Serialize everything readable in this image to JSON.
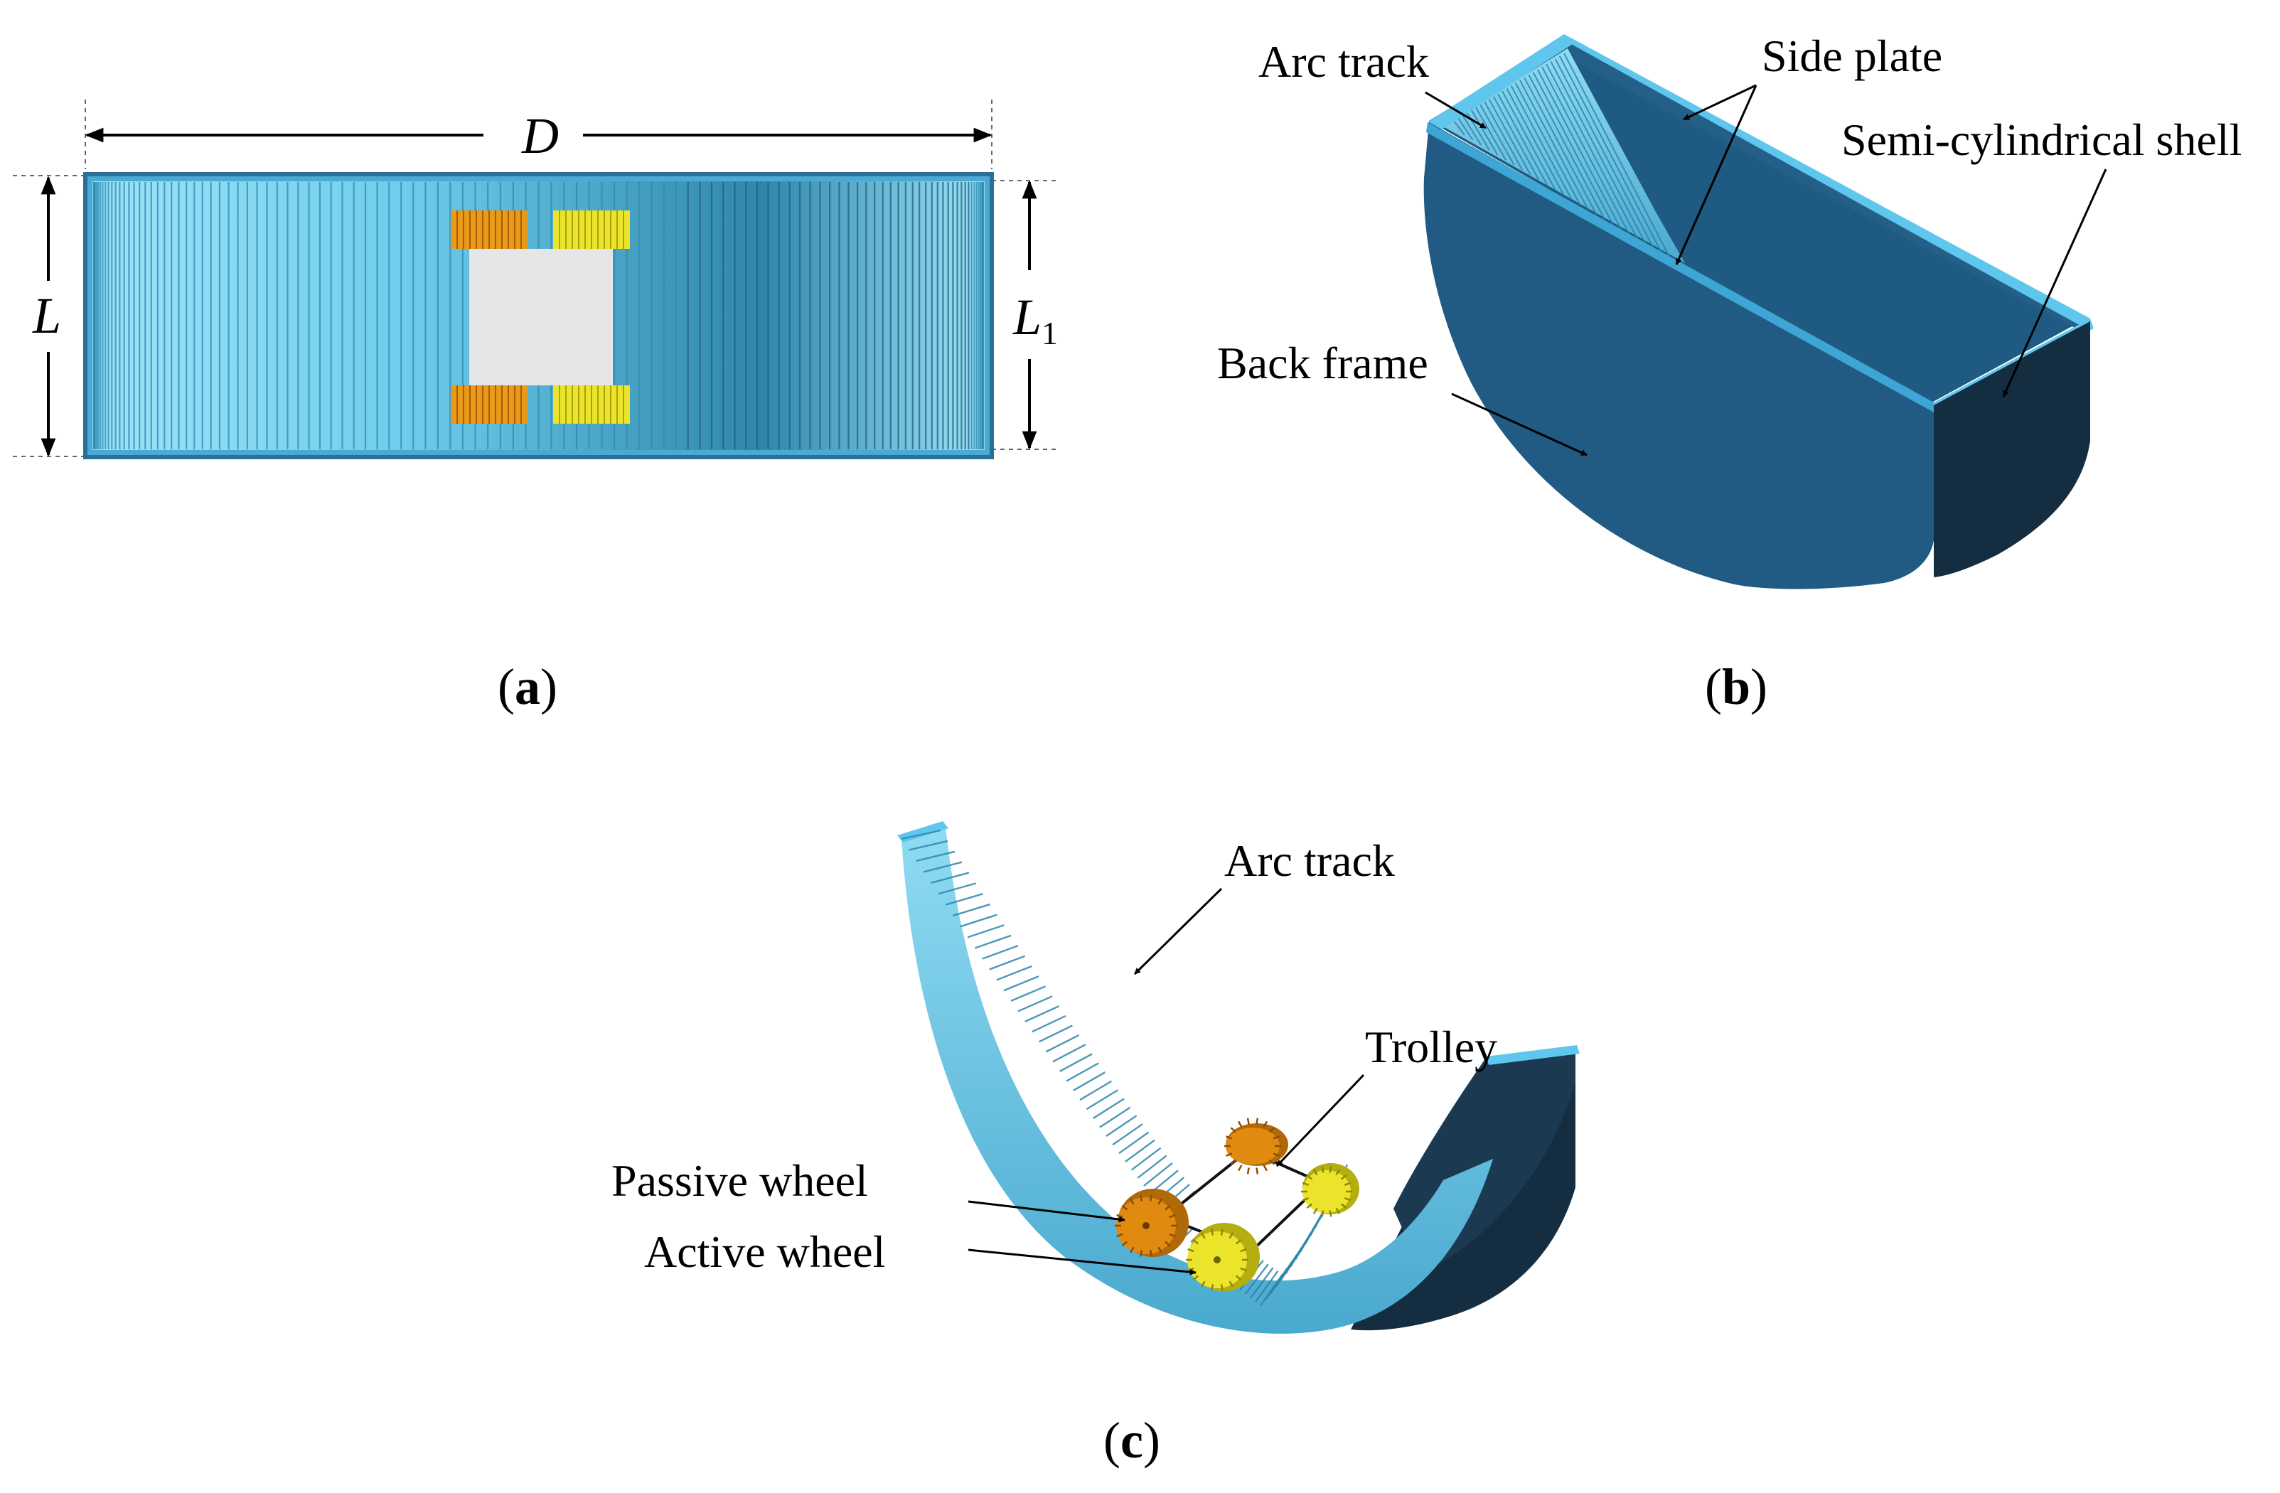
{
  "panel_a": {
    "dimensions": {
      "D": "D",
      "L": "L",
      "L1_base": "L",
      "L1_sub": "1"
    },
    "caption": {
      "open": "(",
      "letter": "a",
      "close": ")"
    }
  },
  "panel_b": {
    "labels": {
      "arc_track": "Arc track",
      "side_plate": "Side plate",
      "shell": "Semi-cylindrical shell",
      "back_frame": "Back frame"
    },
    "caption": {
      "open": "(",
      "letter": "b",
      "close": ")"
    }
  },
  "panel_c": {
    "labels": {
      "arc_track": "Arc track",
      "trolley": "Trolley",
      "passive_wheel": "Passive wheel",
      "active_wheel": "Active wheel"
    },
    "caption": {
      "open": "(",
      "letter": "c",
      "close": ")"
    }
  },
  "colors": {
    "shell_blue": "#1f5278",
    "shell_dark": "#132a3c",
    "track_light": "#7fd8f3",
    "track_dark": "#2c7fa3",
    "rim": "#5fc6ee",
    "passive_wheel": "#e08a10",
    "active_wheel": "#e8e020",
    "trolley_plate": "#e6e6e6"
  }
}
